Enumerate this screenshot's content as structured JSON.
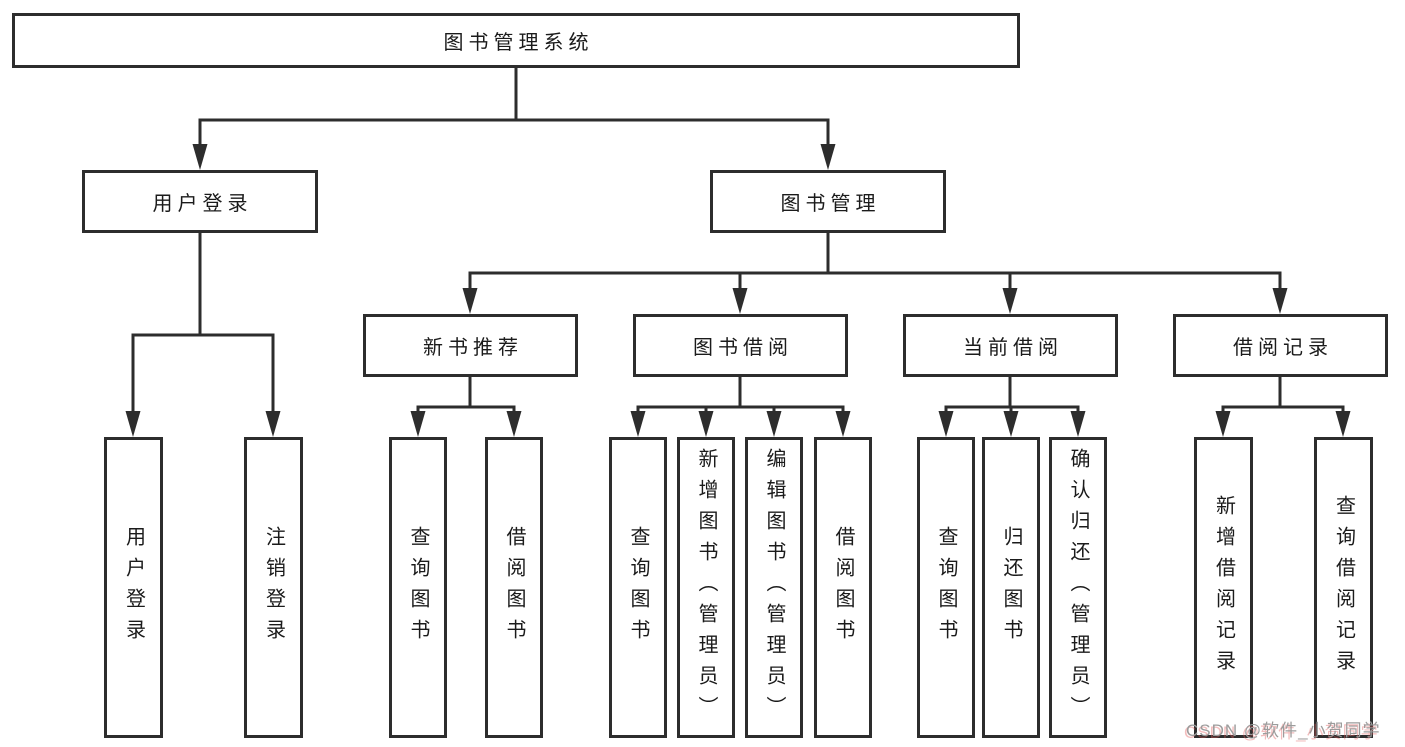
{
  "tree": {
    "label": "图书管理系统",
    "children": [
      {
        "label": "用户登录",
        "children": [
          {
            "label": "用户登录"
          },
          {
            "label": "注销登录"
          }
        ]
      },
      {
        "label": "图书管理",
        "children": [
          {
            "label": "新书推荐",
            "children": [
              {
                "label": "查询图书"
              },
              {
                "label": "借阅图书"
              }
            ]
          },
          {
            "label": "图书借阅",
            "children": [
              {
                "label": "查询图书"
              },
              {
                "label": "新增图书（管理员）"
              },
              {
                "label": "编辑图书（管理员）"
              },
              {
                "label": "借阅图书"
              }
            ]
          },
          {
            "label": "当前借阅",
            "children": [
              {
                "label": "查询图书"
              },
              {
                "label": "归还图书"
              },
              {
                "label": "确认归还（管理员）"
              }
            ]
          },
          {
            "label": "借阅记录",
            "children": [
              {
                "label": "新增借阅记录"
              },
              {
                "label": "查询借阅记录"
              }
            ]
          }
        ]
      }
    ]
  },
  "watermark": {
    "text": "CSDN @软件_小贺同学"
  },
  "colors": {
    "line": "#2d2d2d",
    "box_border": "#2d2d2d",
    "box_fill": "#ffffff",
    "text": "#1b1b1b",
    "watermark_gray": "#9c9c9c",
    "watermark_accent": "#e05a5a"
  }
}
